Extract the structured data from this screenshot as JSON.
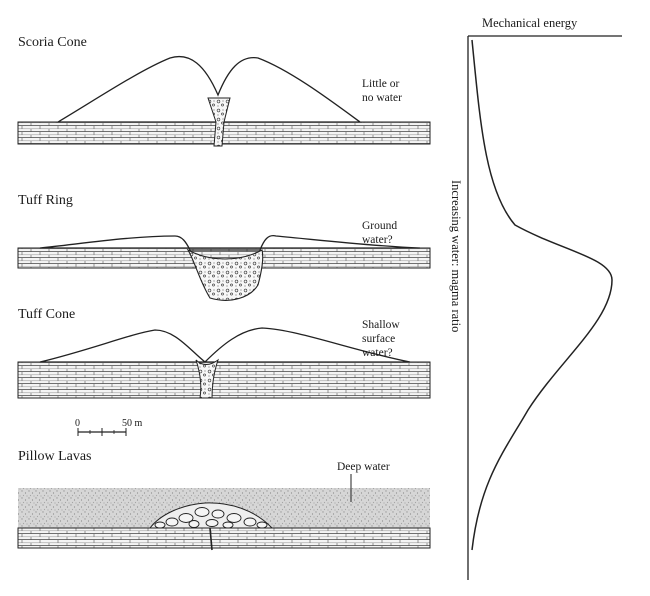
{
  "panels": {
    "scoria_cone": {
      "title": "Scoria Cone",
      "note": [
        "Little or",
        "no water"
      ]
    },
    "tuff_ring": {
      "title": "Tuff Ring",
      "note": [
        "Ground",
        "water?"
      ]
    },
    "tuff_cone": {
      "title": "Tuff Cone",
      "note": [
        "Shallow",
        "surface",
        "water?"
      ]
    },
    "pillow_lavas": {
      "title": "Pillow Lavas",
      "note": [
        "Deep water"
      ]
    }
  },
  "scale_bar": {
    "start": "0",
    "end": "50 m"
  },
  "energy_plot": {
    "top_label": "Mechanical energy",
    "vertical_label": "Increasing water: magma ratio"
  },
  "colors": {
    "ink": "#222222",
    "background": "#ffffff",
    "water": "#cfcfcf"
  }
}
